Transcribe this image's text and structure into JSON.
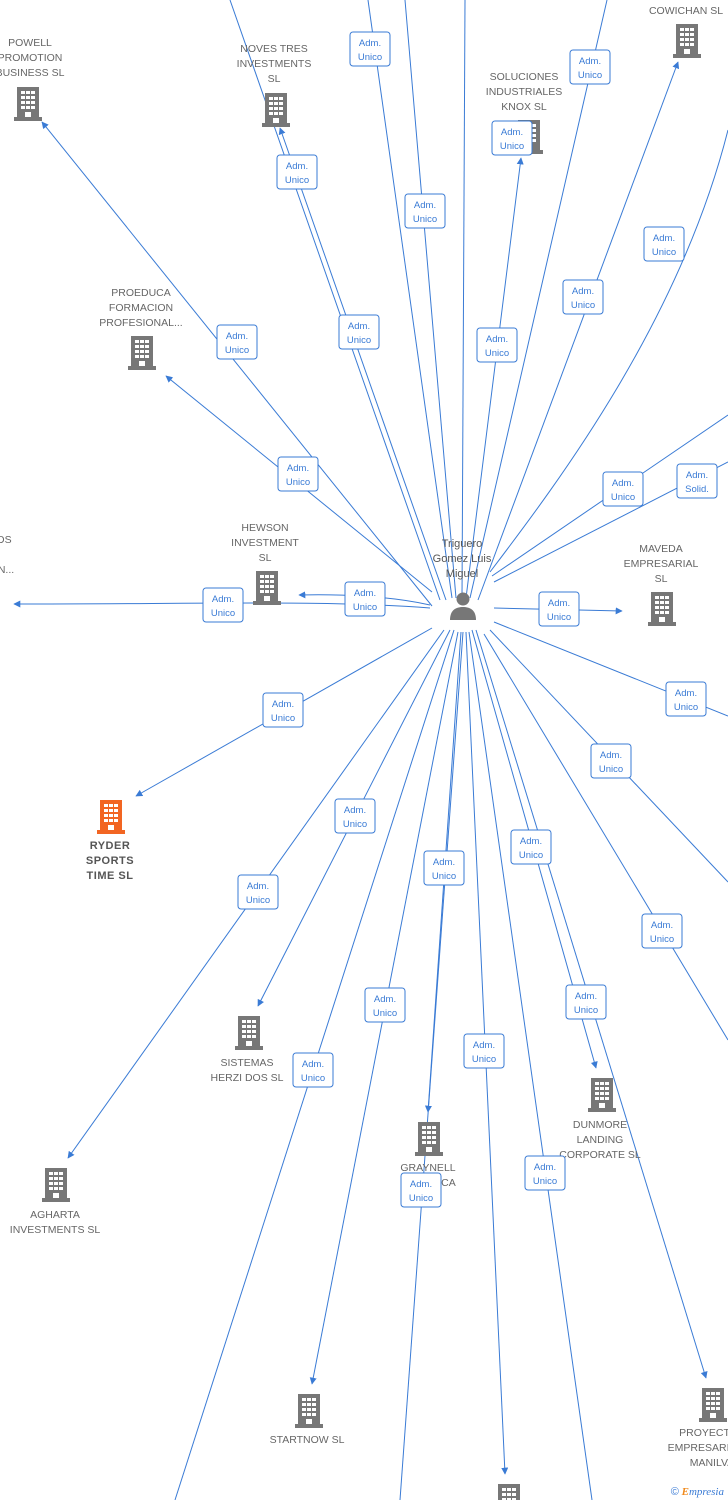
{
  "center": {
    "name_lines": [
      "Triguero",
      "Gomez Luis",
      "Miguel"
    ],
    "icon": "person-icon"
  },
  "companies": [
    {
      "id": "powell",
      "lines": [
        "POWELL",
        "PROMOTION",
        "BUSINESS  SL"
      ],
      "icon": "building-icon"
    },
    {
      "id": "noves-tres",
      "lines": [
        "NOVES TRES",
        "INVESTMENTS",
        "SL"
      ],
      "icon": "building-icon"
    },
    {
      "id": "soluciones",
      "lines": [
        "SOLUCIONES",
        "INDUSTRIALES",
        "KNOX SL"
      ],
      "icon": "building-icon"
    },
    {
      "id": "cowichan",
      "lines": [
        "COWICHAN  SL"
      ],
      "icon": "building-icon"
    },
    {
      "id": "proeduca",
      "lines": [
        "PROEDUCA",
        "FORMACION",
        "PROFESIONAL..."
      ],
      "icon": "building-icon"
    },
    {
      "id": "hewson",
      "lines": [
        "HEWSON",
        "INVESTMENT",
        "SL"
      ],
      "icon": "building-icon"
    },
    {
      "id": "left-cut",
      "lines": [
        "OS",
        "",
        "N..."
      ],
      "icon": ""
    },
    {
      "id": "maveda",
      "lines": [
        "MAVEDA",
        "EMPRESARIAL",
        "SL"
      ],
      "icon": "building-icon"
    },
    {
      "id": "ryder",
      "lines": [
        "RYDER",
        "SPORTS",
        "TIME  SL"
      ],
      "icon": "building-icon",
      "highlight": true
    },
    {
      "id": "sistemas",
      "lines": [
        "SISTEMAS",
        "HERZI DOS SL"
      ],
      "icon": "building-icon"
    },
    {
      "id": "agharta",
      "lines": [
        "AGHARTA",
        "INVESTMENTS SL"
      ],
      "icon": "building-icon"
    },
    {
      "id": "graynell",
      "lines": [
        "GRAYNELL",
        "DE AFRICA"
      ],
      "icon": "building-icon"
    },
    {
      "id": "dunmore",
      "lines": [
        "DUNMORE",
        "LANDING",
        "CORPORATE SL"
      ],
      "icon": "building-icon"
    },
    {
      "id": "startnow",
      "lines": [
        "STARTNOW SL"
      ],
      "icon": "building-icon"
    },
    {
      "id": "proyectos",
      "lines": [
        "PROYECTOS",
        "EMPRESARIALES",
        "MANILVA"
      ],
      "icon": "building-icon"
    },
    {
      "id": "bottom",
      "lines": [],
      "icon": "building-icon"
    }
  ],
  "edge_labels": [
    {
      "line1": "Adm.",
      "line2": "Unico"
    },
    {
      "line1": "Adm.",
      "line2": "Solid."
    }
  ],
  "footer": {
    "copyright": "©",
    "brand_first": "E",
    "brand_rest": "mpresia"
  },
  "colors": {
    "edge": "#3a7bd5",
    "node": "#777777",
    "highlight": "#f26522"
  }
}
